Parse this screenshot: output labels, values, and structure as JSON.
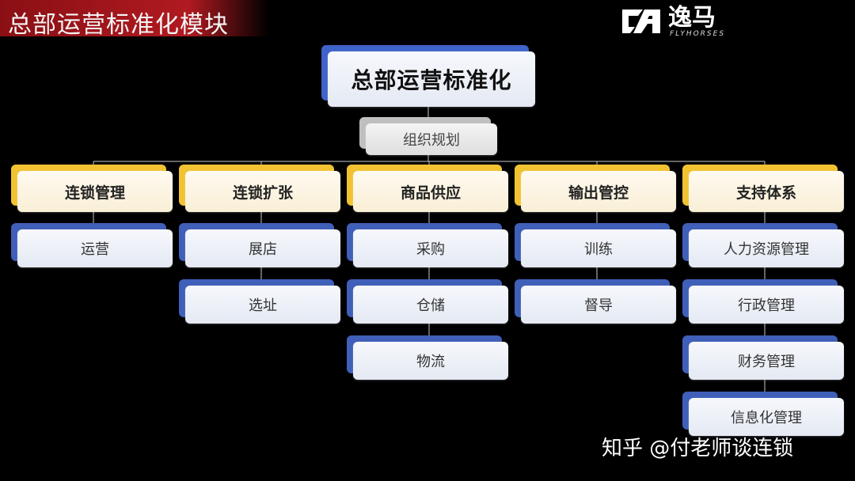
{
  "header": {
    "title": "总部运营标准化模块"
  },
  "logo": {
    "name_cn": "逸马",
    "name_en": "FLYHORSES"
  },
  "diagram": {
    "root": "总部运营标准化",
    "org": "组织规划",
    "categories": [
      {
        "label": "连锁管理",
        "items": [
          "运营"
        ]
      },
      {
        "label": "连锁扩张",
        "items": [
          "展店",
          "选址"
        ]
      },
      {
        "label": "商品供应",
        "items": [
          "采购",
          "仓储",
          "物流"
        ]
      },
      {
        "label": "输出管控",
        "items": [
          "训练",
          "督导"
        ]
      },
      {
        "label": "支持体系",
        "items": [
          "人力资源管理",
          "行政管理",
          "财务管理",
          "信息化管理"
        ]
      }
    ]
  },
  "watermark": "知乎 @付老师谈连锁",
  "colors": {
    "banner": "#b01a20",
    "root_shadow": "#3f63c9",
    "category_shadow": "#f1c232",
    "item_shadow": "#3f5fb8",
    "background": "#000000"
  }
}
